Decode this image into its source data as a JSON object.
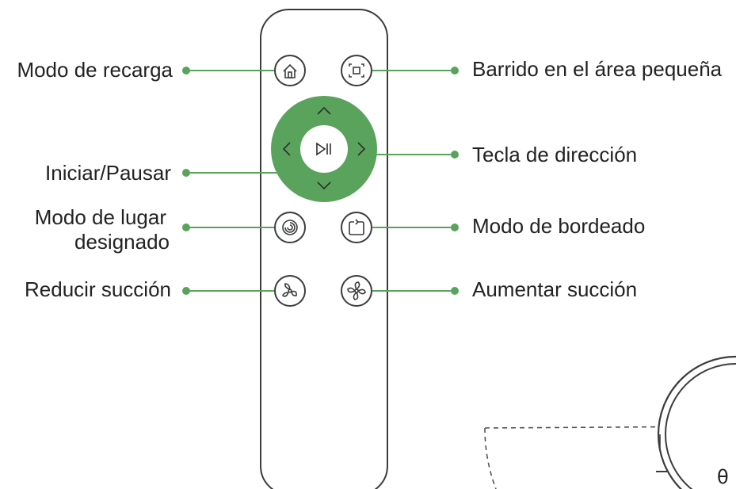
{
  "colors": {
    "accent": "#5aa35c",
    "line": "#3c3c3c",
    "text": "#222222"
  },
  "labels": {
    "modo_recarga": "Modo de recarga",
    "iniciar_pausar": "Iniciar/Pausar",
    "modo_lugar_line1": "Modo de lugar",
    "modo_lugar_line2": "designado",
    "reducir_succion": "Reducir succión",
    "barrido_area": "Barrido en el área pequeña",
    "tecla_direccion": "Tecla de dirección",
    "modo_bordeado": "Modo de bordeado",
    "aumentar_succion": "Aumentar succión"
  },
  "icons": {
    "home": "home-icon",
    "spot_area": "area-icon",
    "play_pause": "play-pause-icon",
    "spiral": "spiral-icon",
    "edge": "edge-icon",
    "fan_low": "fan-low-icon",
    "fan_high": "fan-high-icon",
    "robot_glyph": "θ"
  }
}
